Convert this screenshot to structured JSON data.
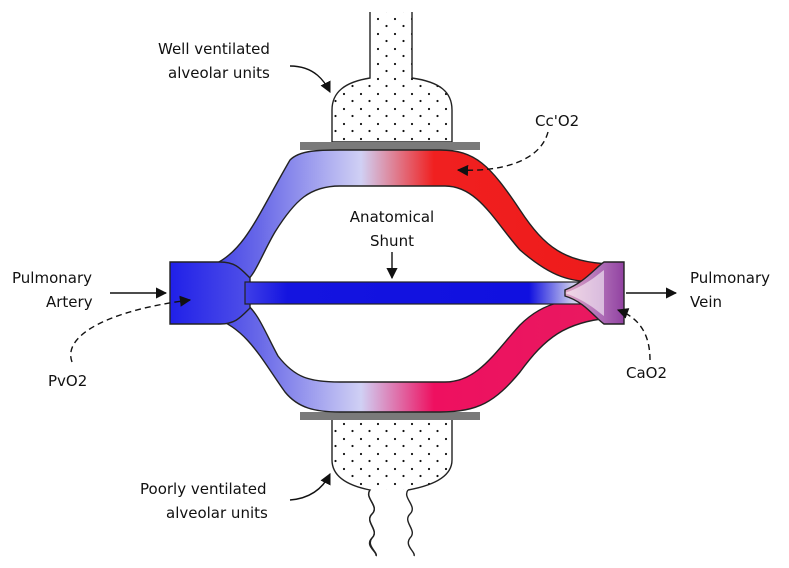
{
  "labels": {
    "well_ventilated_line1": "Well ventilated",
    "well_ventilated_line2": "alveolar units",
    "poorly_ventilated_line1": "Poorly ventilated",
    "poorly_ventilated_line2": "alveolar units",
    "pulmonary_artery_line1": "Pulmonary",
    "pulmonary_artery_line2": "Artery",
    "pulmonary_vein_line1": "Pulmonary",
    "pulmonary_vein_line2": "Vein",
    "shunt_line1": "Anatomical",
    "shunt_line2": "Shunt",
    "cc_o2": "Cc'O2",
    "pv_o2": "PvO2",
    "ca_o2": "CaO2"
  },
  "colors": {
    "deoxygenated": "#3a3ae8",
    "oxygenated": "#f01818",
    "mixed_venous_red": "#e8186a",
    "arterial_mix": "#9a4aa8",
    "membrane": "#7a7a7a",
    "outline": "#222222"
  }
}
